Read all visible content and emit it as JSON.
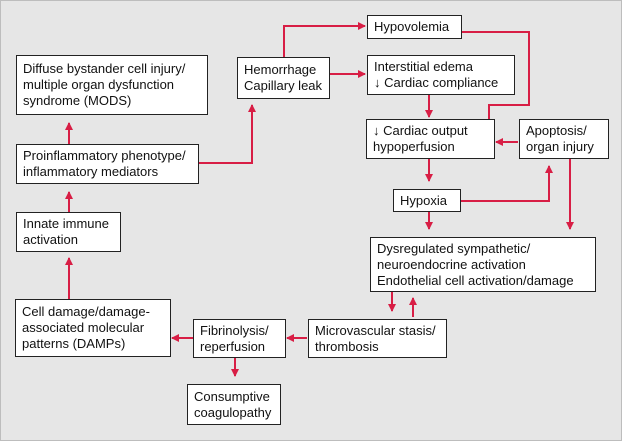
{
  "colors": {
    "arrow": "#d81e45",
    "background": "#e6e6e6",
    "box_fill": "#ffffff",
    "box_border": "#222222"
  },
  "nodes": {
    "hypovolemia": {
      "lines": [
        "Hypovolemia"
      ]
    },
    "mods": {
      "lines": [
        "Diffuse bystander cell injury/",
        "multiple organ dysfunction",
        "syndrome (MODS)"
      ]
    },
    "hemorrhage": {
      "lines": [
        "Hemorrhage",
        "Capillary leak"
      ]
    },
    "edema": {
      "lines": [
        "Interstitial edema",
        "↓ Cardiac compliance"
      ]
    },
    "cardiac_output": {
      "lines": [
        "↓ Cardiac output",
        "hypoperfusion"
      ]
    },
    "apoptosis": {
      "lines": [
        "Apoptosis/",
        "organ injury"
      ]
    },
    "proinflammatory": {
      "lines": [
        "Proinflammatory phenotype/",
        "inflammatory mediators"
      ]
    },
    "hypoxia": {
      "lines": [
        "Hypoxia"
      ]
    },
    "innate": {
      "lines": [
        "Innate immune",
        "activation"
      ]
    },
    "dysregulated": {
      "lines": [
        "Dysregulated sympathetic/",
        "neuroendocrine activation",
        "Endothelial cell activation/damage"
      ]
    },
    "damps": {
      "lines": [
        "Cell damage/damage-",
        "associated molecular",
        "patterns (DAMPs)"
      ]
    },
    "fibrinolysis": {
      "lines": [
        "Fibrinolysis/",
        "reperfusion"
      ]
    },
    "stasis": {
      "lines": [
        "Microvascular stasis/",
        "thrombosis"
      ]
    },
    "coagulopathy": {
      "lines": [
        "Consumptive",
        "coagulopathy"
      ]
    }
  }
}
